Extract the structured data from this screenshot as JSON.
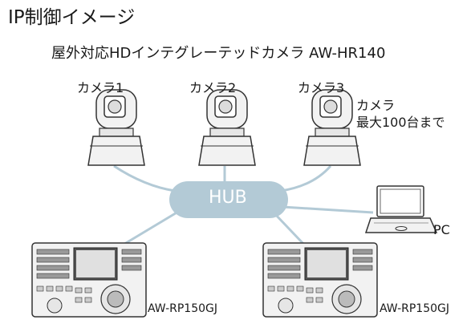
{
  "title": "IP制御イメージ",
  "subtitle": "屋外対応HDインテグレーテッドカメラ AW-HR140",
  "cameras": [
    {
      "label": "カメラ1"
    },
    {
      "label": "カメラ2"
    },
    {
      "label": "カメラ3"
    }
  ],
  "camera_note": {
    "line1": "カメラ",
    "line2": "最大100台まで"
  },
  "hub": {
    "label": "HUB",
    "color": "#b3cad6"
  },
  "pc": {
    "label": "PC"
  },
  "controllers": [
    {
      "label": "AW-RP150GJ"
    },
    {
      "label": "AW-RP150GJ"
    }
  ],
  "colors": {
    "link": "#b3cad6",
    "device_outline": "#333333",
    "device_fill": "#f2f2f2"
  }
}
